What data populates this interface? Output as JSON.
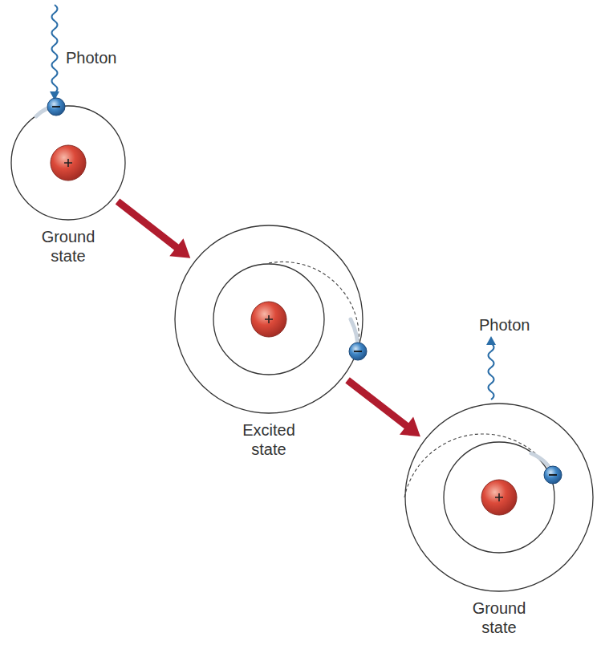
{
  "diagram": {
    "nodes": [
      {
        "text": [
          "Ground state"
        ]
      },
      {
        "text": [
          "Excited state"
        ]
      },
      {
        "text": [
          "Ground state"
        ]
      }
    ],
    "edges": [
      {
        "from": 0,
        "to": 1,
        "arrow": "to"
      },
      {
        "from": 1,
        "to": 2,
        "arrow": "to"
      }
    ],
    "labels": [
      "Photon",
      "Photon"
    ]
  }
}
